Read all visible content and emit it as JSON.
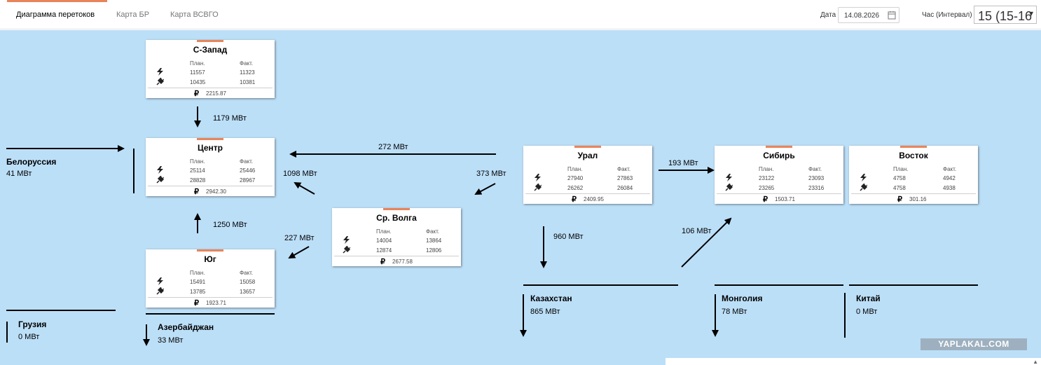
{
  "tabs": [
    {
      "label": "Диаграмма перетоков",
      "active": true
    },
    {
      "label": "Карта БР",
      "active": false
    },
    {
      "label": "Карта ВСВГО",
      "active": false
    }
  ],
  "toolbar": {
    "date_label": "Дата",
    "date_value": "14.08.2026",
    "hour_label": "Час (Интервал)",
    "hour_value": "15 (15-16"
  },
  "accent_color": "#e8845a",
  "canvas_color": "#bcdff8",
  "icons": {
    "generation": "lightning-icon",
    "consumption": "plug-icon",
    "price": "ruble-icon",
    "date": "calendar-icon",
    "hour": "dropdown-icon"
  },
  "nodes": {
    "szapad": {
      "name": "С-Запад",
      "plan_label": "План.",
      "fact_label": "Факт.",
      "gen_plan": "11557",
      "gen_fact": "11323",
      "cons_plan": "10435",
      "cons_fact": "10381",
      "currency": "₽",
      "price": "2215.87"
    },
    "centr": {
      "name": "Центр",
      "plan_label": "План.",
      "fact_label": "Факт.",
      "gen_plan": "25114",
      "gen_fact": "25446",
      "cons_plan": "28828",
      "cons_fact": "28967",
      "currency": "₽",
      "price": "2942.30"
    },
    "yug": {
      "name": "Юг",
      "plan_label": "План.",
      "fact_label": "Факт.",
      "gen_plan": "15491",
      "gen_fact": "15058",
      "cons_plan": "13785",
      "cons_fact": "13657",
      "currency": "₽",
      "price": "1923.71"
    },
    "volga": {
      "name": "Ср. Волга",
      "plan_label": "План.",
      "fact_label": "Факт.",
      "gen_plan": "14004",
      "gen_fact": "13864",
      "cons_plan": "12874",
      "cons_fact": "12806",
      "currency": "₽",
      "price": "2677.58"
    },
    "ural": {
      "name": "Урал",
      "plan_label": "План.",
      "fact_label": "Факт.",
      "gen_plan": "27940",
      "gen_fact": "27863",
      "cons_plan": "26262",
      "cons_fact": "26084",
      "currency": "₽",
      "price": "2409.95"
    },
    "sibir": {
      "name": "Сибирь",
      "plan_label": "План.",
      "fact_label": "Факт.",
      "gen_plan": "23122",
      "gen_fact": "23093",
      "cons_plan": "23265",
      "cons_fact": "23316",
      "currency": "₽",
      "price": "1503.71"
    },
    "vostok": {
      "name": "Восток",
      "plan_label": "План.",
      "fact_label": "Факт.",
      "gen_plan": "4758",
      "gen_fact": "4942",
      "cons_plan": "4758",
      "cons_fact": "4938",
      "currency": "₽",
      "price": "301.16"
    }
  },
  "flows": {
    "szapad_centr": "1179 МВт",
    "ural_centr": "272 МВт",
    "volga_centr": "1098 МВт",
    "ural_volga": "373 МВт",
    "ural_sibir": "193 МВт",
    "yug_centr": "1250 МВт",
    "volga_yug": "227 МВт",
    "ural_kazakhstan": "960 МВт",
    "kazakhstan_sibir": "106 МВт"
  },
  "external": {
    "belorussia": {
      "name": "Белоруссия",
      "value": "41 МВт"
    },
    "gruzia": {
      "name": "Грузия",
      "value": "0 МВт"
    },
    "azerbaijan": {
      "name": "Азербайджан",
      "value": "33 МВт"
    },
    "kazakhstan": {
      "name": "Казахстан",
      "value": "865 МВт"
    },
    "mongolia": {
      "name": "Монголия",
      "value": "78 МВт"
    },
    "china": {
      "name": "Китай",
      "value": "0 МВт"
    }
  },
  "watermark": "YAPLAKAL.COM"
}
